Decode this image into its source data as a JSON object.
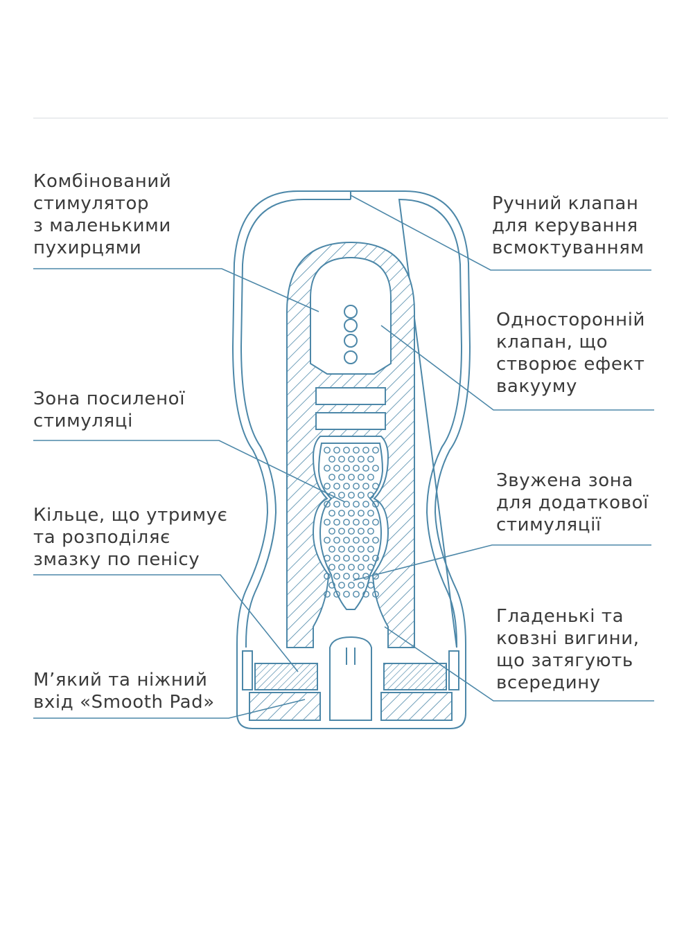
{
  "colors": {
    "line": "#4c87a8",
    "text": "#3a3a3a",
    "rule": "#d9dde0"
  },
  "labels": {
    "combined_stimulator": [
      "Комбінований",
      "стимулятор",
      "з маленькими",
      "пухирцями"
    ],
    "manual_valve": [
      "Ручний клапан",
      "для керування",
      "всмоктуванням"
    ],
    "one_way_valve": [
      "Односторонній",
      "клапан, що",
      "створює ефект",
      "вакууму"
    ],
    "enhanced_zone": [
      "Зона посиленої",
      "стимуляці"
    ],
    "narrowed_zone": [
      "Звужена зона",
      "для додаткової",
      "стимуляції"
    ],
    "lube_ring": [
      "Кільце, що утримує",
      "та розподіляє",
      "змазку по пенісу"
    ],
    "smooth_curves": [
      "Гладенькі та",
      "ковзні вигини,",
      "що затягують",
      "всередину"
    ],
    "smooth_pad": [
      "М’який та ніжний",
      "вхід «Smooth Pad»"
    ]
  }
}
